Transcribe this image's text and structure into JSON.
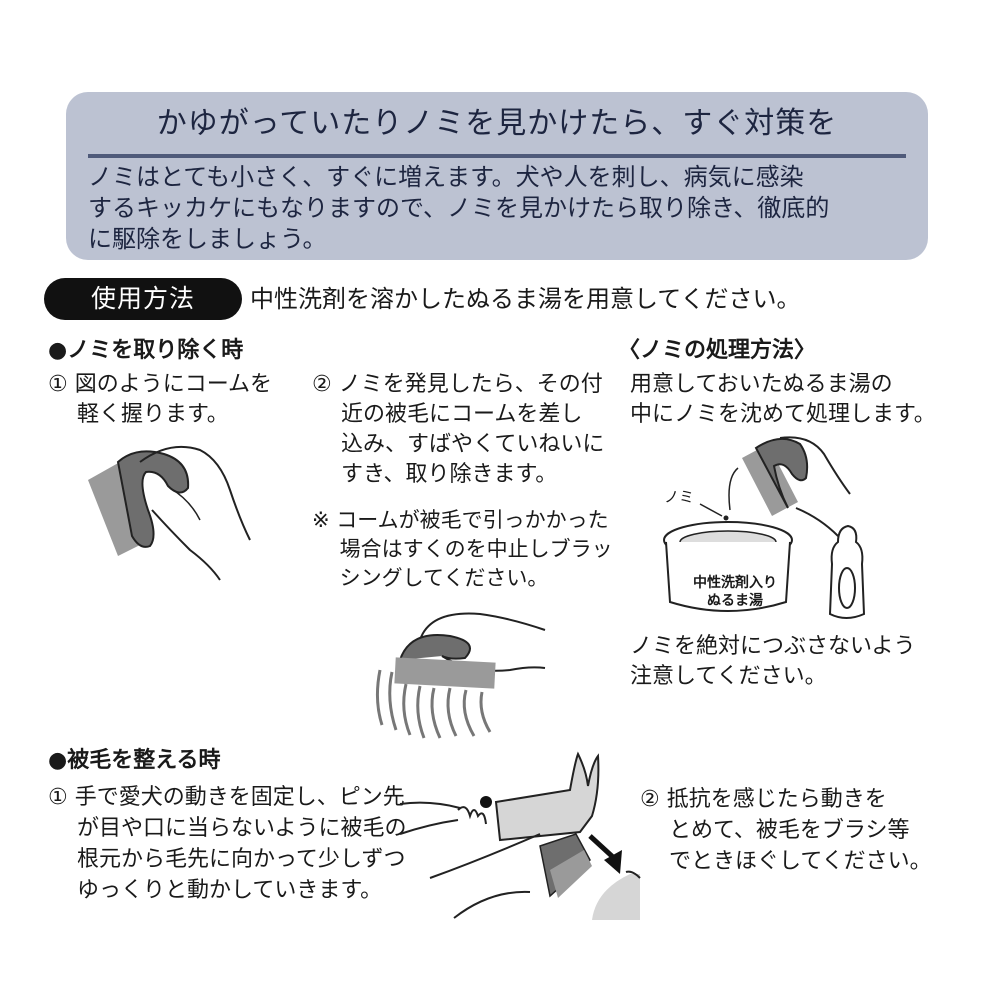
{
  "banner": {
    "title": "かゆがっていたりノミを見かけたら、すぐ対策を",
    "body_lines": [
      "ノミはとても小さく、すぐに増えます。犬や人を刺し、病気に感染",
      "するキッカケにもなりますので、ノミを見かけたら取り除き、徹底的",
      "に駆除をしましょう。"
    ],
    "background_color": "#bcc2d2",
    "text_color": "#1d2540"
  },
  "usage": {
    "label": "使用方法",
    "instruction": "中性洗剤を溶かしたぬるま湯を用意してください。"
  },
  "flea_removal": {
    "heading": "●ノミを取り除く時",
    "step1": {
      "lines": [
        "① 図のようにコームを",
        "　 軽く握ります。"
      ]
    },
    "step2": {
      "lines": [
        "② ノミを発見したら、その付",
        "　 近の被毛にコームを差し",
        "　 込み、すばやくていねいに",
        "　 すき、取り除きます。"
      ]
    },
    "note": {
      "lines": [
        "※ コームが被毛で引っかかった",
        "　 場合はすくのを中止しブラッ",
        "　 シングしてください。"
      ]
    }
  },
  "flea_disposal": {
    "heading": "〈ノミの処理方法〉",
    "lines": [
      "用意しておいたぬるま湯の",
      "中にノミを沈めて処理します。"
    ],
    "flea_label": "ノミ",
    "bowl_label_lines": [
      "中性洗剤入り",
      "ぬるま湯"
    ],
    "warning_lines": [
      "ノミを絶対につぶさないよう",
      "注意してください。"
    ]
  },
  "grooming": {
    "heading": "●被毛を整える時",
    "step1": {
      "lines": [
        "① 手で愛犬の動きを固定し、ピン先",
        "　 が目や口に当らないように被毛の",
        "　 根元から毛先に向かって少しずつ",
        "　 ゆっくりと動かしていきます。"
      ]
    },
    "step2": {
      "lines": [
        "② 抵抗を感じたら動きを",
        "　 とめて、被毛をブラシ等",
        "　 でときほぐしてください。"
      ]
    }
  }
}
